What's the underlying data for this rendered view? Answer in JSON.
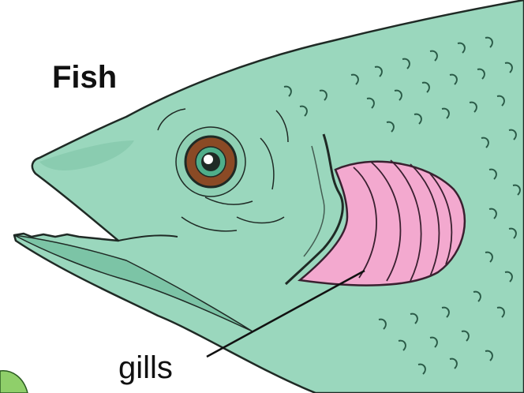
{
  "diagram": {
    "title": "Fish",
    "callouts": [
      {
        "label": "gills",
        "target": "gills"
      }
    ]
  },
  "colors": {
    "body": "#9ad7bd",
    "body_dark": "#7cc4a6",
    "outline": "#1f2a25",
    "gills": "#f3a9cf",
    "gills_line": "#3a2030",
    "eye_outer": "#8a4a25",
    "eye_ring": "#4fae8a",
    "background": "#ffffff"
  }
}
